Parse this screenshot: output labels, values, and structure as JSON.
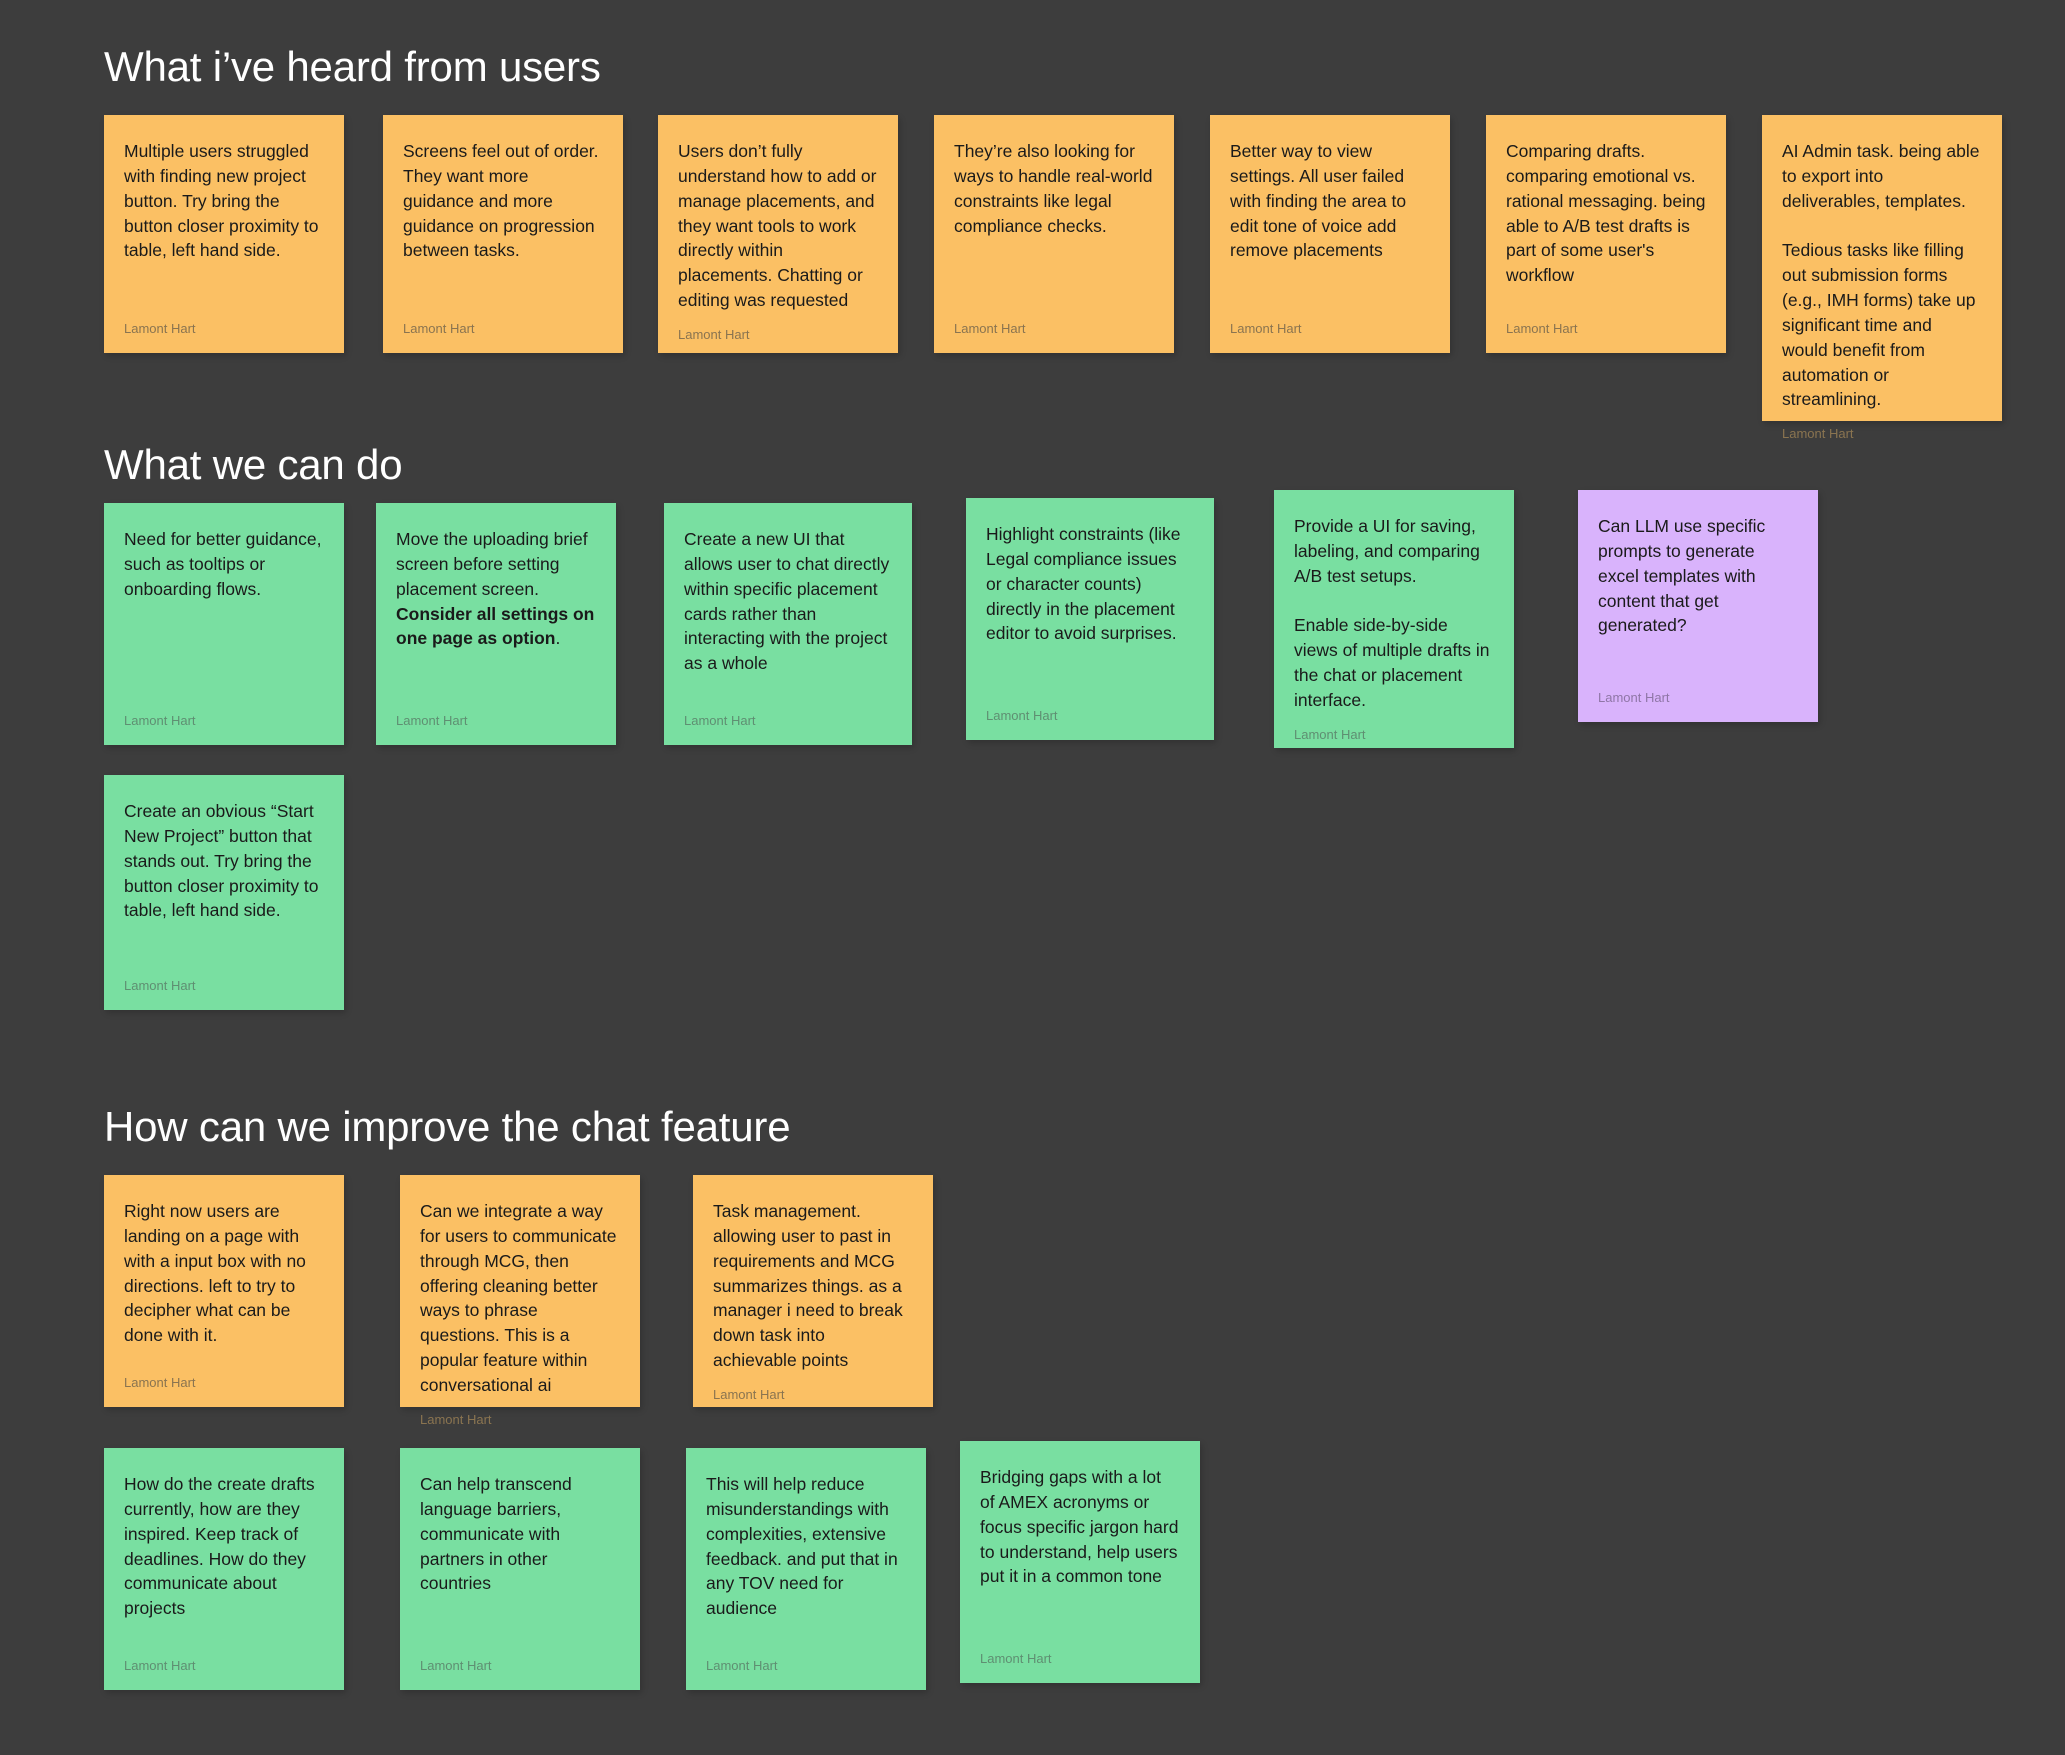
{
  "board": {
    "background_color": "#3d3d3d",
    "colors": {
      "orange": "#fbc064",
      "green": "#79dfa1",
      "purple": "#d9b3fc",
      "title_text": "#ffffff",
      "note_text": "#1a1a1a"
    }
  },
  "sections": [
    {
      "id": "heard",
      "title": "What i’ve heard from users"
    },
    {
      "id": "cando",
      "title": "What we can do"
    },
    {
      "id": "chat",
      "title": "How can we improve the chat feature"
    }
  ],
  "notes": [
    {
      "id": "n1",
      "section": "heard",
      "color": "orange",
      "text": "Multiple users struggled with finding new project button. Try bring the button closer proximity to table, left hand side.",
      "author": "Lamont Hart"
    },
    {
      "id": "n2",
      "section": "heard",
      "color": "orange",
      "text": "Screens feel out of order. They want more  guidance and more guidance on progression between tasks.",
      "author": "Lamont Hart"
    },
    {
      "id": "n3",
      "section": "heard",
      "color": "orange",
      "text": "Users don’t fully understand how to add or manage placements, and they want tools to work directly within placements. Chatting or editing was requested",
      "author": "Lamont Hart"
    },
    {
      "id": "n4",
      "section": "heard",
      "color": "orange",
      "text": "They’re also looking for ways to handle real-world constraints like legal compliance checks.",
      "author": "Lamont Hart"
    },
    {
      "id": "n5",
      "section": "heard",
      "color": "orange",
      "text": "Better way to view settings. All user failed with finding the area to edit tone of voice add remove placements",
      "author": "Lamont Hart"
    },
    {
      "id": "n6",
      "section": "heard",
      "color": "orange",
      "text": "Comparing drafts. comparing emotional vs. rational messaging. being able to A/B test drafts is part of some user's workflow",
      "author": "Lamont Hart"
    },
    {
      "id": "n7",
      "section": "heard",
      "color": "orange",
      "text": "AI Admin task. being able to export into deliverables, templates.\n\nTedious tasks like filling out submission forms (e.g., IMH forms) take up significant time and would benefit from automation or streamlining.",
      "author": "Lamont Hart"
    },
    {
      "id": "n8",
      "section": "cando",
      "color": "green",
      "text": "Need for better guidance, such as tooltips or onboarding flows.",
      "author": "Lamont Hart"
    },
    {
      "id": "n9",
      "section": "cando",
      "color": "green",
      "text_prefix": "Move the uploading brief screen before setting placement screen. ",
      "text_bold": "Consider all settings on one page as option",
      "text_suffix": ".",
      "author": "Lamont Hart"
    },
    {
      "id": "n10",
      "section": "cando",
      "color": "green",
      "text": "Create a new UI that allows user to chat directly within specific placement cards rather than interacting with the project as a whole",
      "author": "Lamont Hart"
    },
    {
      "id": "n11",
      "section": "cando",
      "color": "green",
      "text": "Highlight constraints (like Legal compliance issues or character counts) directly in the placement editor to avoid surprises.",
      "author": "Lamont Hart"
    },
    {
      "id": "n12",
      "section": "cando",
      "color": "green",
      "text": "Provide a UI for saving, labeling, and comparing A/B test setups.\n\nEnable side-by-side views of multiple drafts in the chat or placement interface.",
      "author": "Lamont Hart"
    },
    {
      "id": "n13",
      "section": "cando",
      "color": "purple",
      "text": "Can LLM use specific prompts to generate excel templates with content that get generated?",
      "author": "Lamont Hart"
    },
    {
      "id": "n14",
      "section": "cando",
      "color": "green",
      "text": "Create an obvious “Start New Project” button that stands out. Try bring the button closer proximity to table, left hand side.",
      "author": "Lamont Hart"
    },
    {
      "id": "n15",
      "section": "chat",
      "color": "orange",
      "text": "Right now users are landing on a page with with a input box with no directions. left to try to decipher what can be done with it.",
      "author": "Lamont Hart"
    },
    {
      "id": "n16",
      "section": "chat",
      "color": "orange",
      "text": "Can we integrate a way for users to communicate through MCG, then offering cleaning better ways to phrase questions. This is a popular feature within conversational ai",
      "author": "Lamont Hart"
    },
    {
      "id": "n17",
      "section": "chat",
      "color": "orange",
      "text": "Task management. allowing user to past in requirements and MCG summarizes things. as a manager i need to break down task into achievable points",
      "author": "Lamont Hart"
    },
    {
      "id": "n18",
      "section": "chat",
      "color": "green",
      "text": "How do the create drafts currently, how are they inspired. Keep track of deadlines. How do they communicate about projects",
      "author": "Lamont Hart"
    },
    {
      "id": "n19",
      "section": "chat",
      "color": "green",
      "text": "Can help transcend language barriers, communicate with partners in other countries",
      "author": "Lamont Hart"
    },
    {
      "id": "n20",
      "section": "chat",
      "color": "green",
      "text": "This will help reduce misunderstandings with complexities, extensive feedback. and put that in any TOV need for audience",
      "author": "Lamont Hart"
    },
    {
      "id": "n21",
      "section": "chat",
      "color": "green",
      "text": "Bridging gaps with a lot of AMEX acronyms or focus specific jargon hard to understand, help users put it in a common tone",
      "author": "Lamont Hart"
    }
  ]
}
